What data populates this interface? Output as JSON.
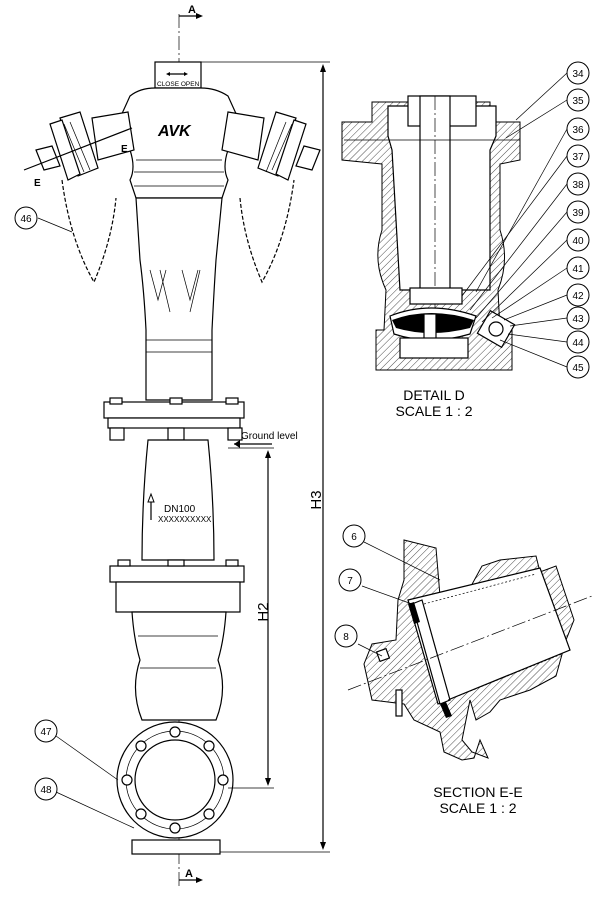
{
  "section_marks": {
    "top": "A",
    "bottom": "A"
  },
  "cap_label": "CLOSE OPEN",
  "logo": "AVK",
  "cut_marks": {
    "left": "E",
    "right": "E"
  },
  "body_text": {
    "dn": "DN100",
    "serial": "XXXXXXXXXX"
  },
  "ground_level": "Ground level",
  "dimensions": {
    "h2": "H2",
    "h3": "H3"
  },
  "main_callouts": [
    "46",
    "47",
    "48"
  ],
  "detail_d": {
    "title": "DETAIL D",
    "scale": "SCALE 1 : 2",
    "callouts": [
      "34",
      "35",
      "36",
      "37",
      "38",
      "39",
      "40",
      "41",
      "42",
      "43",
      "44",
      "45"
    ]
  },
  "section_e": {
    "title": "SECTION E-E",
    "scale": "SCALE 1 : 2",
    "callouts": [
      "6",
      "7",
      "8"
    ]
  }
}
